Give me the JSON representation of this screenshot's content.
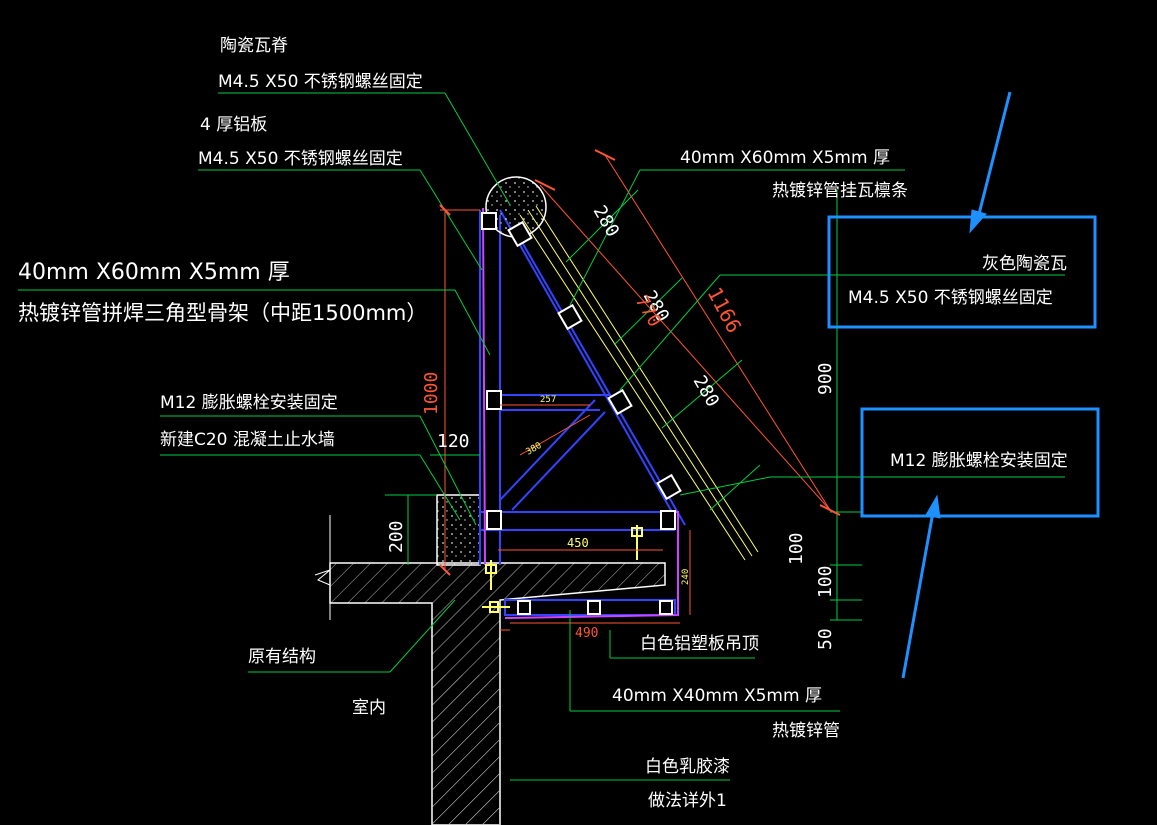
{
  "labels": {
    "ridge_title": "陶瓷瓦脊",
    "ridge_fix": "M4.5 X50 不锈钢螺丝固定",
    "alu_title": "4 厚铝板",
    "alu_fix": "M4.5 X50 不锈钢螺丝固定",
    "frame_size": "40mm X60mm X5mm 厚",
    "frame_desc": "热镀锌管拼焊三角型骨架（中距1500mm）",
    "bolt_left": "M12 膨胀螺栓安装固定",
    "wall": "新建C20 混凝土止水墙",
    "existing": "原有结构",
    "indoor": "室内",
    "purlin_size": "40mm X60mm X5mm 厚",
    "purlin_desc": "热镀锌管挂瓦檩条",
    "tile_title": "灰色陶瓷瓦",
    "tile_fix": "M4.5 X50 不锈钢螺丝固定",
    "bolt_right": "M12 膨胀螺栓安装固定",
    "ceiling": "白色铝塑板吊顶",
    "pipe_size": "40mm X40mm X5mm 厚",
    "pipe_desc": "热镀锌管",
    "paint": "白色乳胶漆",
    "method": "做法详外1"
  },
  "dimensions": {
    "h1000": "1000",
    "w120": "120",
    "h200": "200",
    "s280a": "280",
    "s280b": "280",
    "s280c": "280",
    "s1166": "1166",
    "s770": "770",
    "h900": "900",
    "h100a": "100",
    "h100b": "100",
    "h50": "50",
    "w450": "450",
    "w490": "490",
    "w257": "257",
    "d380": "380",
    "h240": "240"
  },
  "colors": {
    "background": "#000000",
    "leader": "#00cc44",
    "frame": "#3344ff",
    "dimension": "#ff5533",
    "callout_box": "#1e90ff",
    "structure": "#ffffff",
    "bolt": "#ffff66",
    "profile": "#cc44ff"
  }
}
